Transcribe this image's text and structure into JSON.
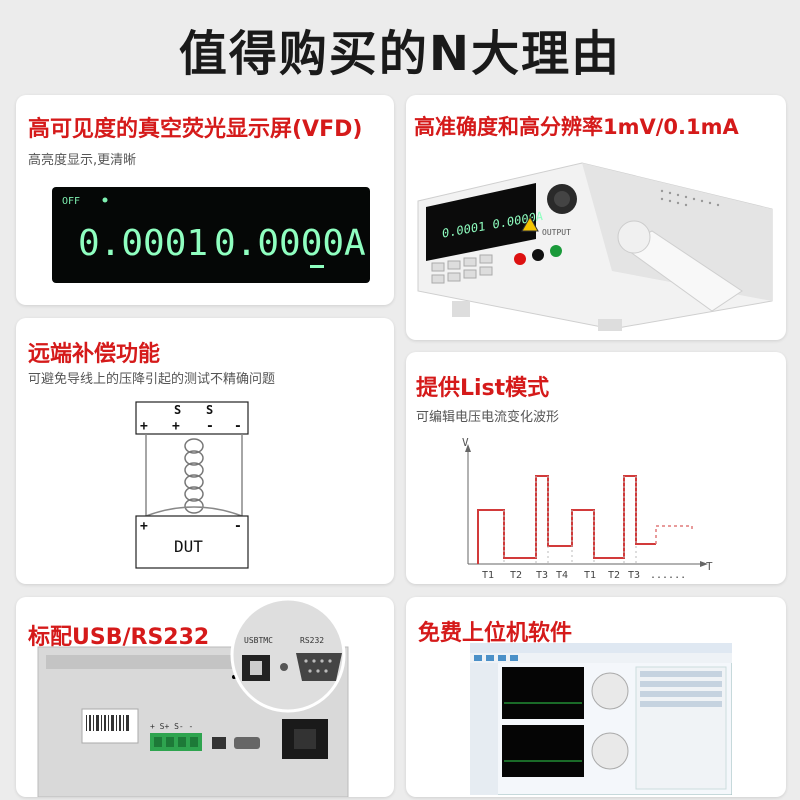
{
  "headline": "值得购买的N大理由",
  "features": [
    {
      "title": "高可见度的真空荧光显示屏(VFD)",
      "subtitle": "高亮度显示,更清晰"
    },
    {
      "title": "高准确度和高分辨率1mV/0.1mA",
      "subtitle": ""
    },
    {
      "title": "远端补偿功能",
      "subtitle": "可避免导线上的压降引起的测试不精确问题"
    },
    {
      "title": "提供List模式",
      "subtitle": "可编辑电压电流变化波形"
    },
    {
      "title": "标配USB/RS232",
      "subtitle": ""
    },
    {
      "title": "免费上位机软件",
      "subtitle": ""
    }
  ],
  "vfd": {
    "status": "OFF",
    "voltage": "0.0001",
    "current": "0.0000A"
  },
  "front_panel": {
    "display": "0.0001 0.0000A",
    "output_label": "OUTPUT"
  },
  "remote_sense": {
    "top_labels": [
      "S",
      "S"
    ],
    "top_signs": [
      "+",
      "+",
      "-",
      "-"
    ],
    "dut_label": "DUT",
    "dut_signs": [
      "+",
      "-"
    ]
  },
  "list_mode": {
    "y_axis": "V",
    "x_axis": "T",
    "ticks": [
      "T1",
      "T2",
      "T3",
      "T4",
      "T1",
      "T2",
      "T3",
      "......"
    ]
  },
  "rear_panel": {
    "usb_label": "USBTMC",
    "rs232_label": "RS232",
    "terminal_signs": "+ S+ S- -"
  },
  "colors": {
    "accent": "#d51a1a",
    "vfd_text": "#8fffc0",
    "wave": "#d23a3a"
  }
}
